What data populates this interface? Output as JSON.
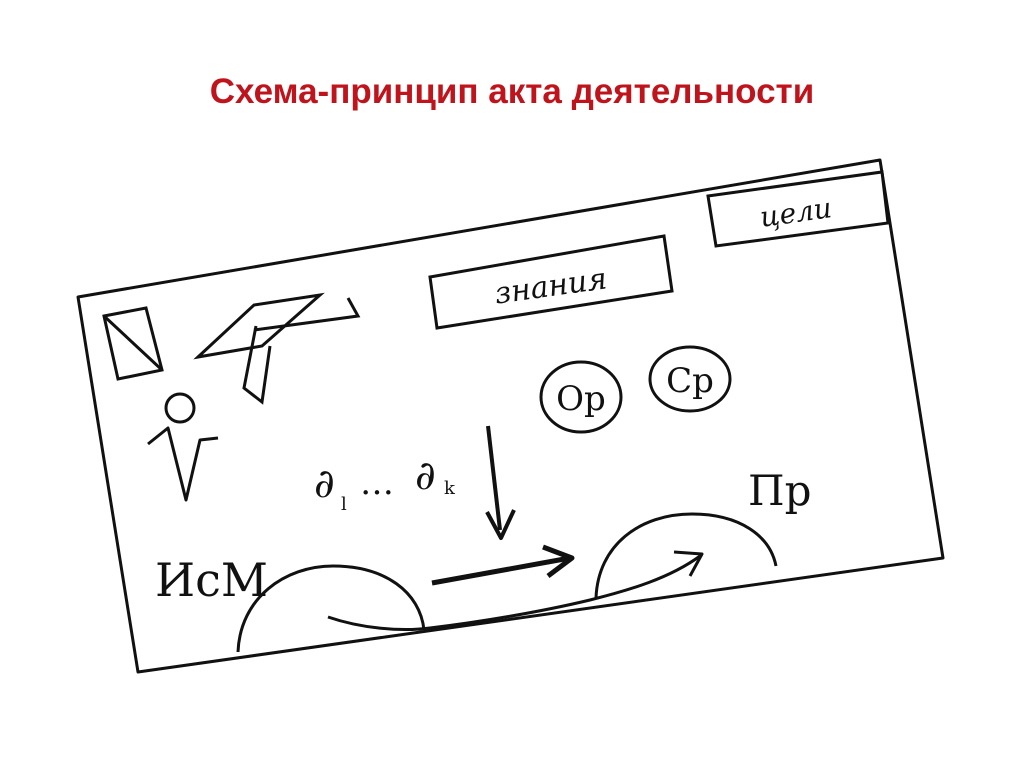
{
  "slide": {
    "title": "Схема-принцип акта деятельности"
  },
  "diagram": {
    "goals_label": "цели",
    "knowledge_label": "знания",
    "operations_label": "Ор",
    "means_label": "Ср",
    "product_label": "Пр",
    "source_material_label": "ИсМ",
    "actions_label_prefix": "∂",
    "actions_label_sub1": "l",
    "actions_label_dots": "…",
    "actions_label_subk": "k",
    "colors": {
      "title": "#c0141c",
      "ink": "#111111"
    }
  }
}
